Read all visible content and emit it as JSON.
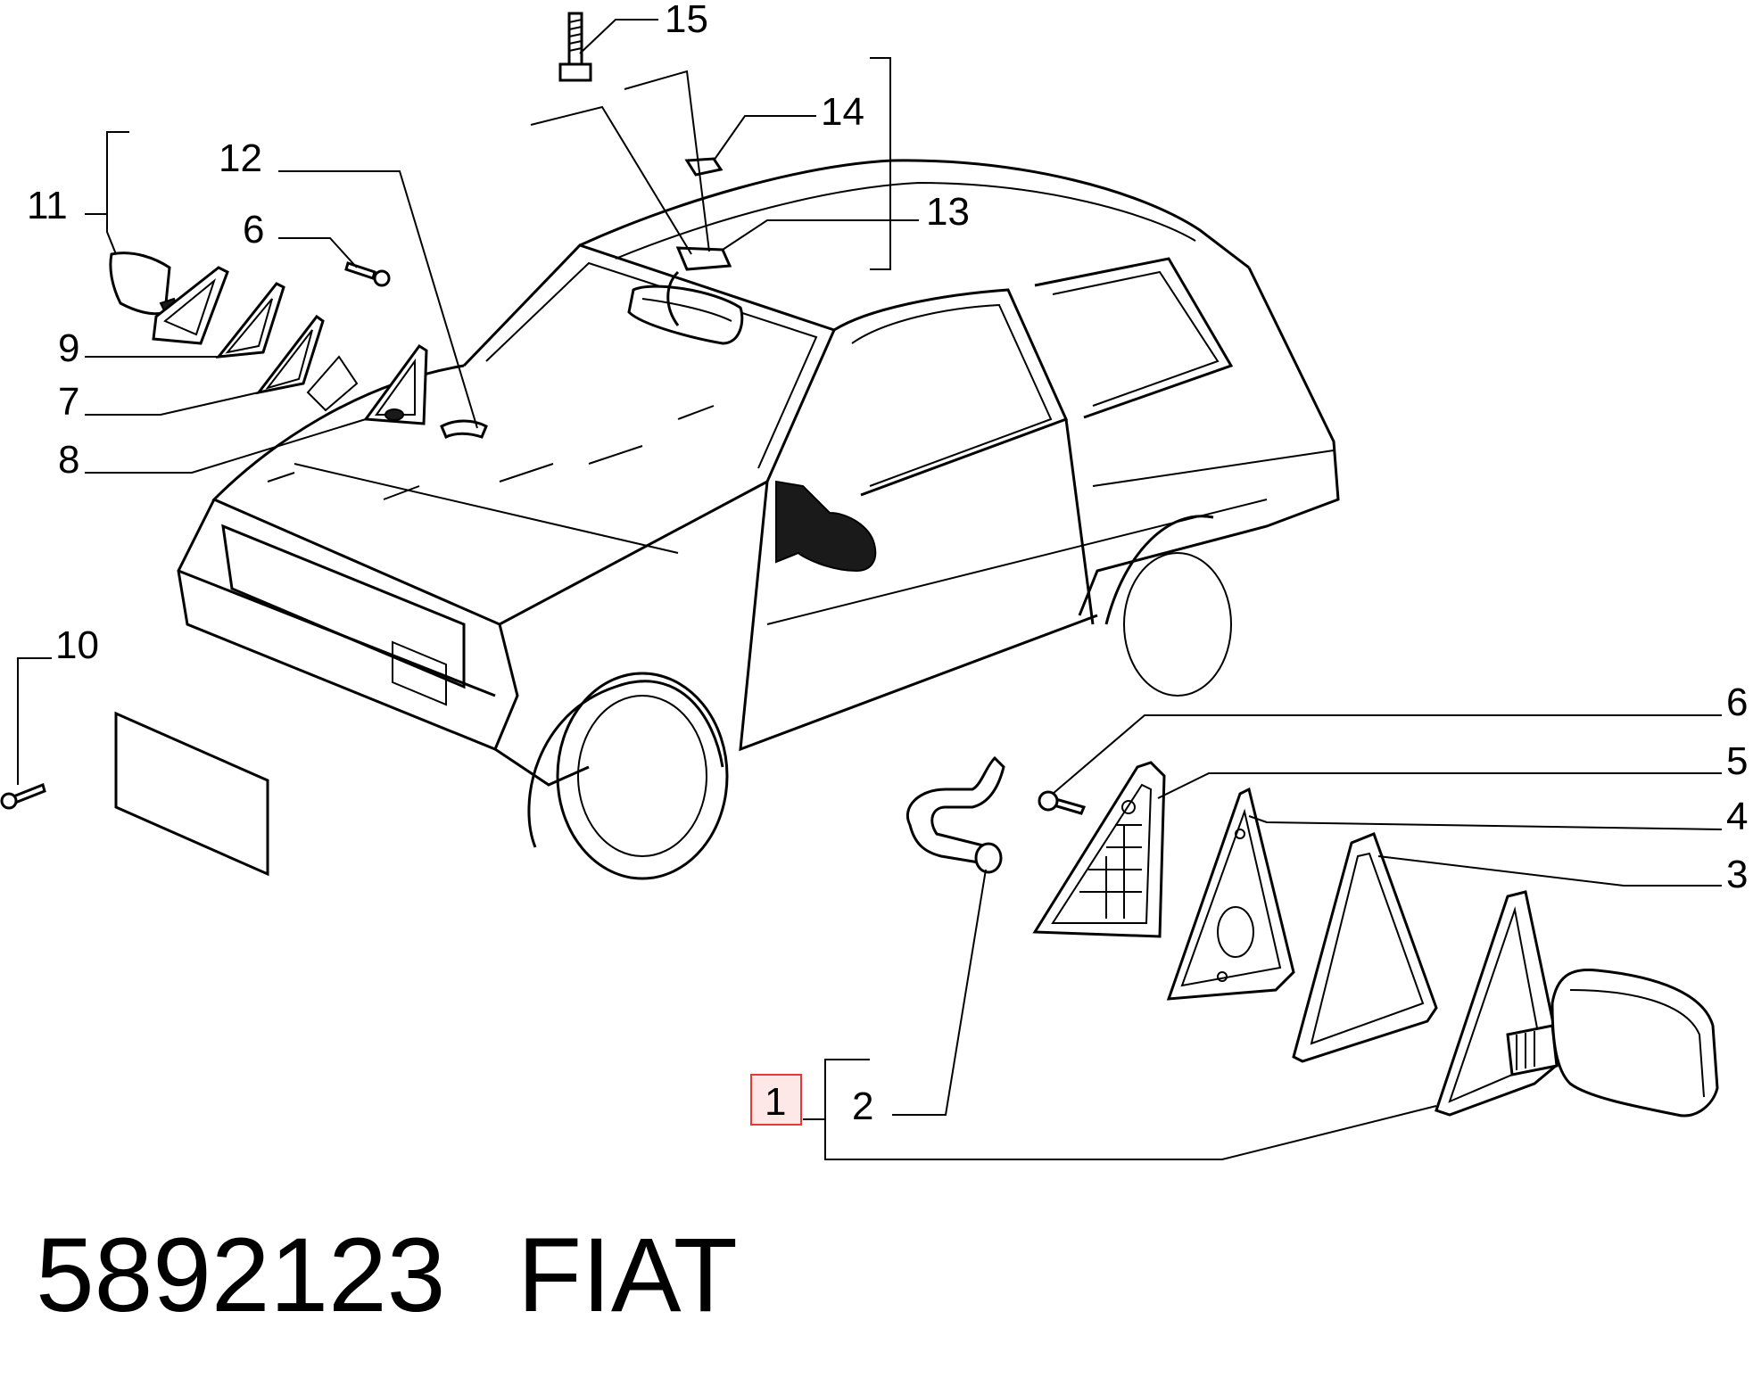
{
  "diagram": {
    "callouts": {
      "c1": "1",
      "c2": "2",
      "c3": "3",
      "c4": "4",
      "c5": "5",
      "c6a": "6",
      "c6b": "6",
      "c7": "7",
      "c8": "8",
      "c9": "9",
      "c10": "10",
      "c11": "11",
      "c12": "12",
      "c13": "13",
      "c14": "14",
      "c15": "15"
    },
    "highlight_color": "#e53935"
  },
  "footer": {
    "part_number": "5892123",
    "brand": "FIAT"
  }
}
